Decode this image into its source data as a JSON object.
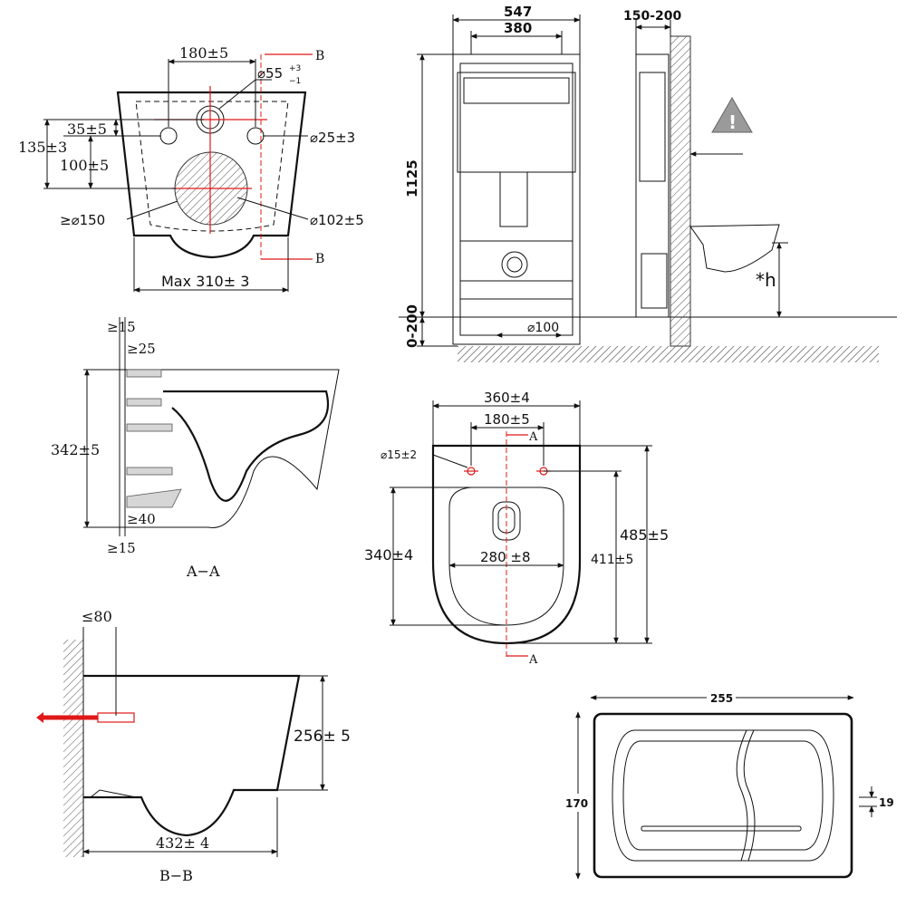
{
  "top_view": {
    "width_between_holes": "180±5",
    "section_marker": "B",
    "inlet_diameter": "⌀55",
    "inlet_tol_upper": "+3",
    "inlet_tol_lower": "−1",
    "dim_35": "35±5",
    "dim_135": "135±3",
    "dim_100": "100±5",
    "bolt_hole": "⌀25±3",
    "outlet_min": "≥⌀150",
    "outlet_diameter": "⌀102±5",
    "max_width": "Max 310± 3"
  },
  "section_aa": {
    "label": "A−A",
    "dim_15_top": "≥15",
    "dim_25": "≥25",
    "height": "342±5",
    "dim_40": "≥40",
    "dim_15_bottom": "≥15"
  },
  "frame": {
    "width_outer": "547",
    "width_inner": "380",
    "depth": "150-200",
    "height": "1125",
    "adjust": "0-200",
    "pipe": "⌀100",
    "h_label": "*h"
  },
  "plan_view": {
    "width": "360±4",
    "hole_spacing": "180±5",
    "marker": "A",
    "hole_diameter": "⌀15±2",
    "depth": "485±5",
    "inner_depth": "411±5",
    "bowl_depth": "340±4",
    "bowl_width": "280 ±8"
  },
  "section_bb": {
    "label": "B−B",
    "dim_80": "≤80",
    "height": "256± 5",
    "length": "432± 4"
  },
  "plate": {
    "width": "255",
    "height": "170",
    "depth": "19"
  }
}
